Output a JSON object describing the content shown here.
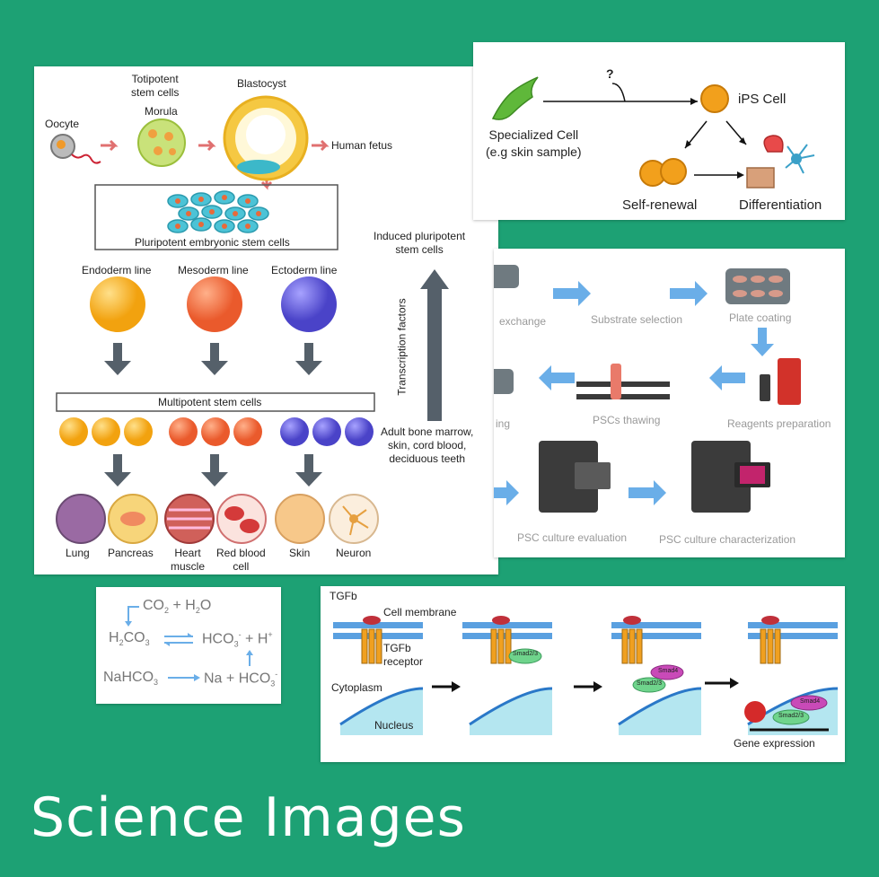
{
  "title": "Science Images",
  "development": {
    "oocyte": "Oocyte",
    "totipotent": "Totipotent\nstem cells",
    "morula": "Morula",
    "blastocyst": "Blastocyst",
    "human_fetus": "Human fetus",
    "pluripotent": "Pluripotent embryonic stem cells",
    "endoderm": "Endoderm line",
    "mesoderm": "Mesoderm line",
    "ectoderm": "Ectoderm line",
    "multipotent": "Multipotent stem cells",
    "induced": "Induced pluripotent\nstem cells",
    "transcription": "Transcription factors",
    "adult": "Adult bone marrow,\nskin, cord blood,\ndeciduous teeth",
    "tissues": [
      "Lung",
      "Pancreas",
      "Heart\nmuscle",
      "Red blood\ncell",
      "Skin",
      "Neuron"
    ],
    "colors": {
      "endoderm": "#f2a20f",
      "mesoderm": "#ea5a2c",
      "ectoderm": "#4a43c8"
    }
  },
  "ips": {
    "specialized": "Specialized Cell\n(e.g skin sample)",
    "question": "?",
    "ips_cell": "iPS Cell",
    "self_renewal": "Self-renewal",
    "differentiation": "Differentiation"
  },
  "psc": {
    "steps": [
      "exchange",
      "Substrate selection",
      "Plate coating",
      "ing",
      "PSCs thawing",
      "Reagents preparation",
      "PSC culture evaluation",
      "PSC culture characterization"
    ],
    "arrow_color": "#6aaee8"
  },
  "chem": {
    "co2": "CO",
    "co2_sub": "2",
    "plus": "+",
    "h2o_h": "H",
    "h2o_sub": "2",
    "h2o_o": "O",
    "h2co3_h": "H",
    "h2co3_sub1": "2",
    "h2co3_co": "CO",
    "h2co3_sub2": "3",
    "hco3": "HCO",
    "hco3_sub": "3",
    "hco3_sup": "-",
    "hplus": "H",
    "hplus_sup": "+",
    "nahco3": "NaHCO",
    "nahco3_sub": "3",
    "na": "Na"
  },
  "tgf": {
    "tgfb": "TGFb",
    "membrane": "Cell membrane",
    "receptor": "TGFb\nreceptor",
    "cytoplasm": "Cytoplasm",
    "nucleus": "Nucleus",
    "smad23": "Smad2/3",
    "smad4": "Smad4",
    "gene": "Gene expression"
  }
}
